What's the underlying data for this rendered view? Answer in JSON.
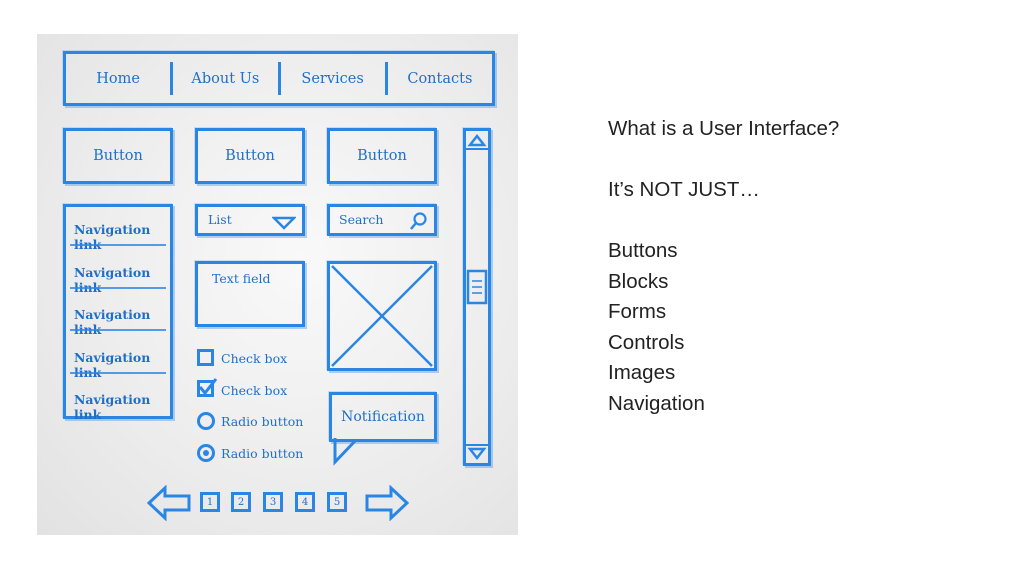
{
  "wireframe": {
    "nav": [
      "Home",
      "About Us",
      "Services",
      "Contacts"
    ],
    "buttons": [
      "Button",
      "Button",
      "Button"
    ],
    "nav_links": [
      "Navigation link",
      "Navigation link",
      "Navigation link",
      "Navigation link",
      "Navigation link"
    ],
    "list_label": "List",
    "search_label": "Search",
    "text_field_label": "Text field",
    "checkboxes": [
      "Check box",
      "Check box"
    ],
    "radios": [
      "Radio button",
      "Radio button"
    ],
    "notification": "Notification",
    "pages": [
      "1",
      "2",
      "3",
      "4",
      "5"
    ]
  },
  "slide": {
    "question": "What is a User Interface?",
    "subtitle": "It’s NOT JUST…",
    "items": [
      "Buttons",
      "Blocks",
      "Forms",
      "Controls",
      "Images",
      "Navigation"
    ]
  },
  "colors": {
    "sketch_blue": "#2a86e4",
    "text": "#222222"
  }
}
